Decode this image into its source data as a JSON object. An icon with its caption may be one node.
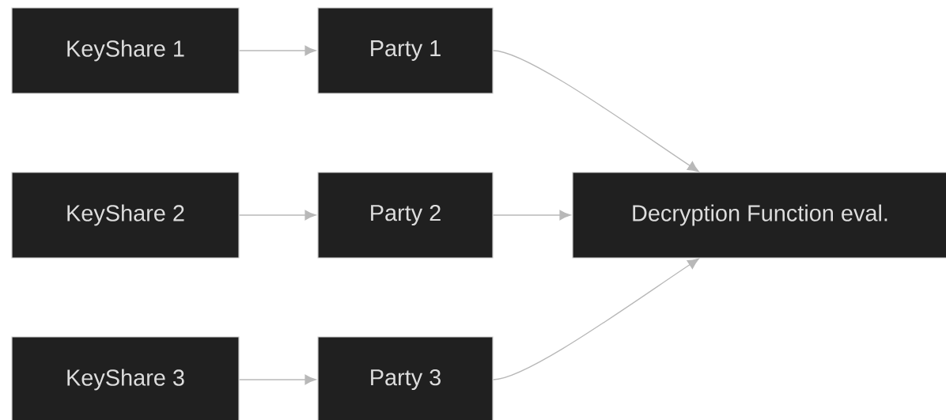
{
  "diagram": {
    "nodes": [
      {
        "text": [
          "KeyShare 1"
        ]
      },
      {
        "text": [
          "Party 1"
        ]
      },
      {
        "text": [
          "KeyShare 2"
        ]
      },
      {
        "text": [
          "Party 2"
        ]
      },
      {
        "text": [
          "KeyShare 3"
        ]
      },
      {
        "text": [
          "Party 3"
        ]
      },
      {
        "text": [
          "Decryption Function eval."
        ]
      }
    ],
    "edges": [
      {
        "from": 0,
        "to": 1,
        "arrow": "to"
      },
      {
        "from": 2,
        "to": 3,
        "arrow": "to"
      },
      {
        "from": 4,
        "to": 5,
        "arrow": "to"
      },
      {
        "from": 1,
        "to": 6,
        "arrow": "to"
      },
      {
        "from": 3,
        "to": 6,
        "arrow": "to"
      },
      {
        "from": 5,
        "to": 6,
        "arrow": "to"
      }
    ]
  }
}
